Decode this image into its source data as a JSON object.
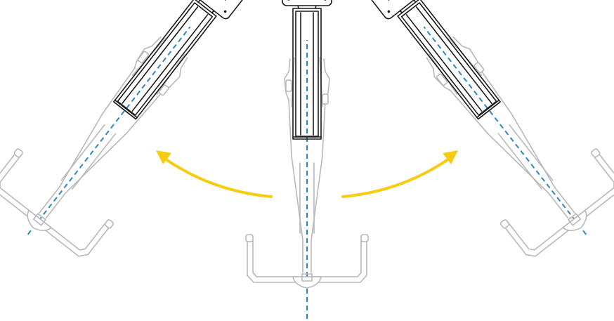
{
  "diagram": {
    "type": "monitor-arm-swivel-range",
    "positions": [
      "swivel-left",
      "center",
      "swivel-right"
    ],
    "colors": {
      "arrow": "#f7cc10",
      "axis_line": "#2f86c0",
      "arm_outline": "#1a1a1a",
      "base_outline": "#b8b8b8",
      "background": "#ffffff"
    },
    "icons": [
      "vesa-plate-icon",
      "curved-arrow-icon",
      "desk-clamp-icon"
    ]
  }
}
